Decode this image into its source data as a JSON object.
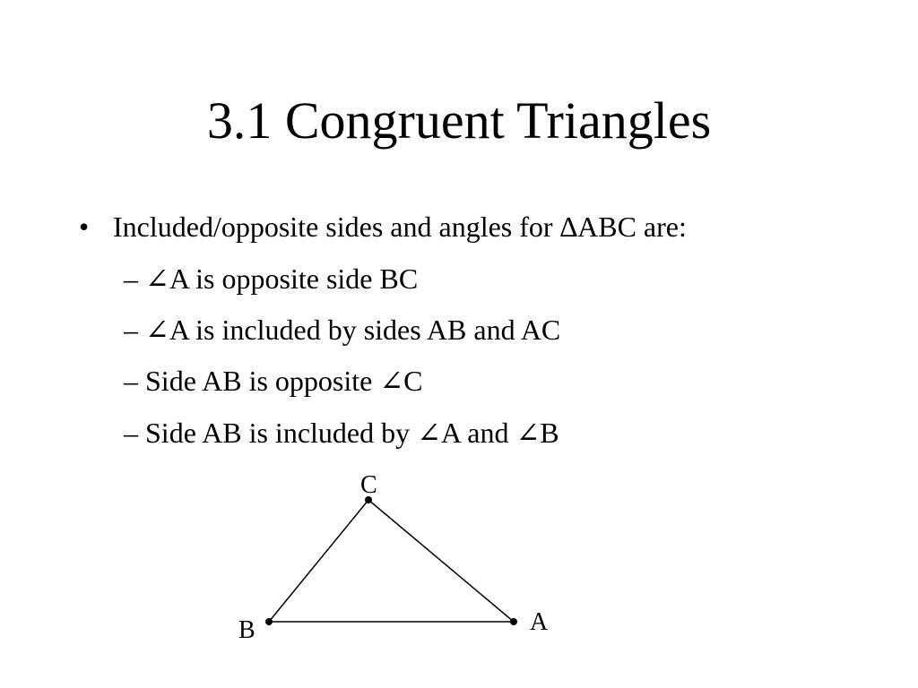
{
  "slide": {
    "title": "3.1 Congruent Triangles",
    "bullet": {
      "marker": "•",
      "text": "Included/opposite sides and angles for ∆ABC are:"
    },
    "subitems": [
      {
        "text": "– ∠A is opposite side BC"
      },
      {
        "text": "– ∠A is included by sides AB and AC"
      },
      {
        "text": "– Side AB is opposite ∠C"
      },
      {
        "text": "– Side AB is included by ∠A and ∠B"
      }
    ]
  },
  "diagram": {
    "vertices": {
      "A": {
        "label": "A"
      },
      "B": {
        "label": "B"
      },
      "C": {
        "label": "C"
      }
    },
    "line_color": "#000000"
  }
}
